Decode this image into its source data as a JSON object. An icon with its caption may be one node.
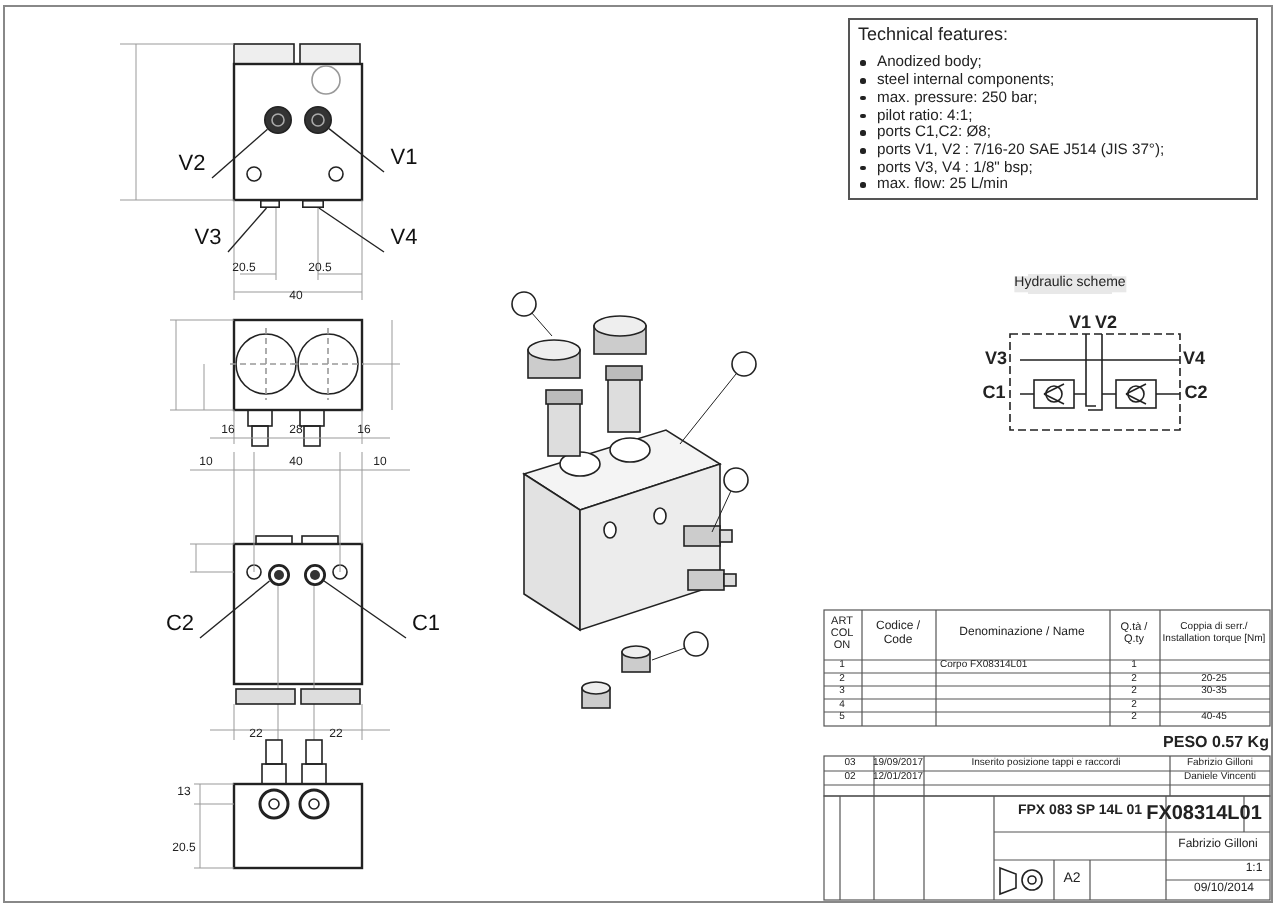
{
  "diagram": {
    "nodes": [
      {
        "text": [
          "Technical features:",
          "Anodized body;",
          "steel internal components;",
          "max. pressure: 250 bar;",
          "pilot ratio: 4:1;",
          "ports C1,C2: Ø8;",
          "ports V1, V2 : 7/16-20 SAE J514 (JIS 37°);",
          "ports V3, V4 : 1/8\" bsp;",
          "max. flow: 25 L/min"
        ]
      },
      {
        "text": [
          "V2"
        ]
      },
      {
        "text": [
          "V1"
        ]
      },
      {
        "text": [
          "V3"
        ]
      },
      {
        "text": [
          "V4"
        ]
      },
      {
        "text": [
          "C2"
        ]
      },
      {
        "text": [
          "C1"
        ]
      },
      {
        "text": [],
        "shape": "circle"
      },
      {
        "text": [],
        "shape": "circle"
      },
      {
        "text": [],
        "shape": "bar"
      },
      {
        "text": [],
        "shape": "bar"
      },
      {
        "text": [],
        "shape": "circle"
      },
      {
        "text": [],
        "shape": "circle"
      }
    ],
    "edges": [
      {
        "from": 1,
        "to": 7,
        "arrow": "none"
      },
      {
        "from": 2,
        "to": 8,
        "arrow": "none"
      },
      {
        "from": 3,
        "to": 9,
        "arrow": "none"
      },
      {
        "from": 4,
        "to": 10,
        "arrow": "none"
      },
      {
        "from": 5,
        "to": 11,
        "arrow": "none"
      },
      {
        "from": 6,
        "to": 12,
        "arrow": "none"
      }
    ],
    "labels": [
      "20.5",
      "20.5",
      "40",
      "16",
      "28",
      "16",
      "10",
      "40",
      "10",
      "22",
      "22",
      "13",
      "20.5",
      "Hydraulic scheme",
      "V1",
      "V2",
      "V3",
      "V4",
      "C1",
      "C2",
      "ART COL ON",
      "Codice / Code",
      "Denominazione / Name",
      "Q.tà / Q.ty",
      "Coppia di serr./ Installation torque [Nm]",
      "1",
      "Corpo FX08314L01",
      "1",
      "2",
      "2",
      "20-25",
      "3",
      "2",
      "30-35",
      "4",
      "2",
      "5",
      "2",
      "40-45",
      "PESO 0.57 Kg",
      "03",
      "19/09/2017",
      "Inserito posizione tappi e raccordi",
      "Fabrizio Gilloni",
      "02",
      "12/01/2017",
      "Daniele Vincenti",
      "FPX 083 SP 14L 01",
      "FX08314L01",
      "Fabrizio Gilloni",
      "1:1",
      "09/10/2014",
      "A2"
    ]
  }
}
